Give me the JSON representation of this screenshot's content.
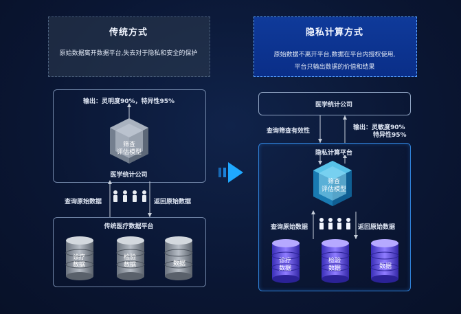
{
  "left": {
    "header_title": "传统方式",
    "header_desc": "原始数据离开数据平台,失去对于隐私和安全的保护",
    "output_text": "输出：灵明度90%，特异性95%",
    "model_label_1": "筛查",
    "model_label_2": "评估模型",
    "company": "医学统计公司",
    "query_label": "查询原始数据",
    "return_label": "返回原始数据",
    "platform_title": "传统医疗数据平台",
    "db1_1": "诊疗",
    "db1_2": "数据",
    "db2_1": "检验",
    "db2_2": "数据",
    "db3": "数据"
  },
  "right": {
    "header_title": "隐私计算方式",
    "header_desc_1": "原始数据不离开平台,数据在平台内授权使用,",
    "header_desc_2": "平台只输出数据的价值和结果",
    "company": "医学统计公司",
    "query_valid": "查询筛查有效性",
    "output_1": "输出：灵敏度90%",
    "output_2": "特异性95%",
    "platform_title": "隐私计算平台",
    "model_label_1": "筛查",
    "model_label_2": "评估模型",
    "query_label": "查询原始数据",
    "return_label": "返回原始数据",
    "db1_1": "诊疗",
    "db1_2": "数据",
    "db2_1": "检验",
    "db2_2": "数据",
    "db3": "数据"
  },
  "colors": {
    "accent": "#1f9bff",
    "grey": "#8a929e",
    "purple": "#6a48e6"
  },
  "icons": {
    "arrow": "play-arrow-icon",
    "people": "person-icon"
  }
}
